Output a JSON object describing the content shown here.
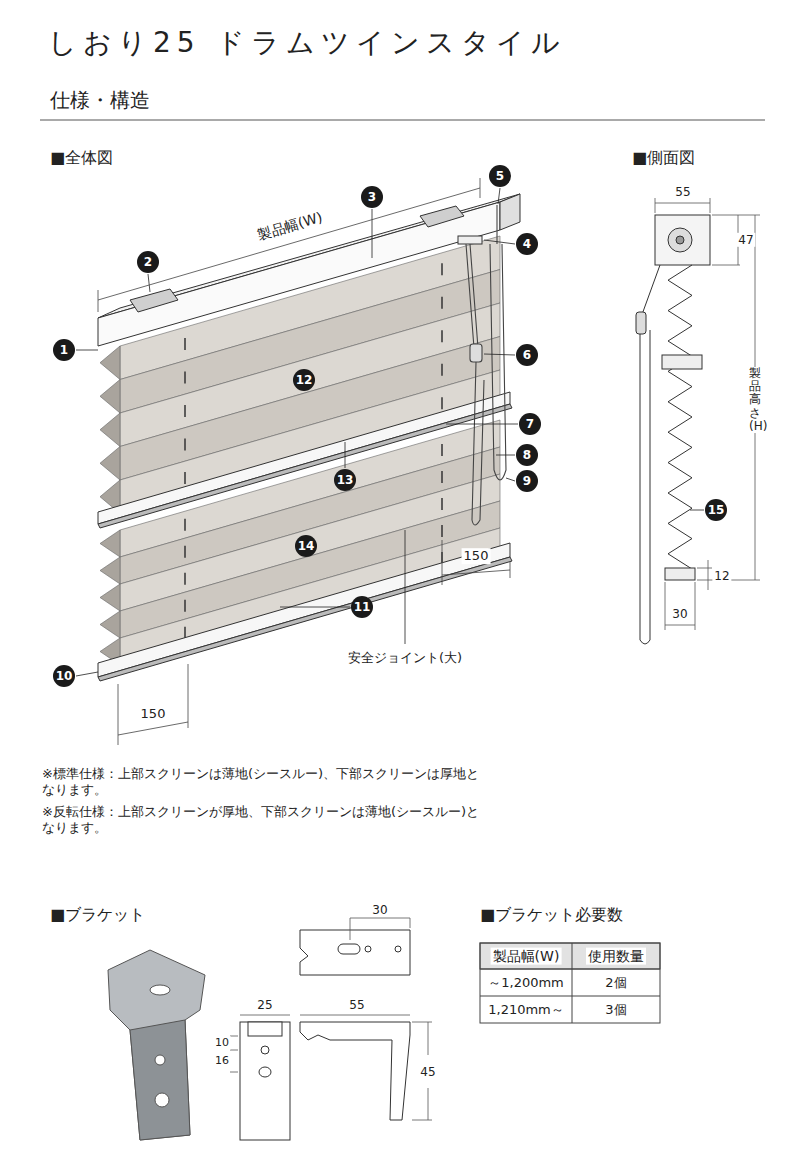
{
  "diagram": {
    "title": "しおり25 ドラムツインスタイル",
    "labels": [
      "仕様・構造",
      "■全体図",
      "■側面図",
      "製品幅(W)",
      "1",
      "2",
      "3",
      "4",
      "5",
      "6",
      "7",
      "8",
      "9",
      "10",
      "11",
      "12",
      "13",
      "14",
      "15",
      "150",
      "150",
      "安全ジョイント(大)",
      "55",
      "47",
      "製品高さ(H)",
      "12",
      "30",
      "※標準仕様：上部スクリーンは薄地(シースルー)、下部スクリーンは厚地となります。",
      "※反転仕様：上部スクリーンが厚地、下部スクリーンは薄地(シースルー)となります。",
      "■ブラケット",
      "30",
      "25",
      "55",
      "10",
      "16",
      "45",
      "■ブラケット必要数",
      "製品幅(W)",
      "使用数量",
      "～1,200mm",
      "2個",
      "1,210mm～",
      "3個"
    ]
  }
}
